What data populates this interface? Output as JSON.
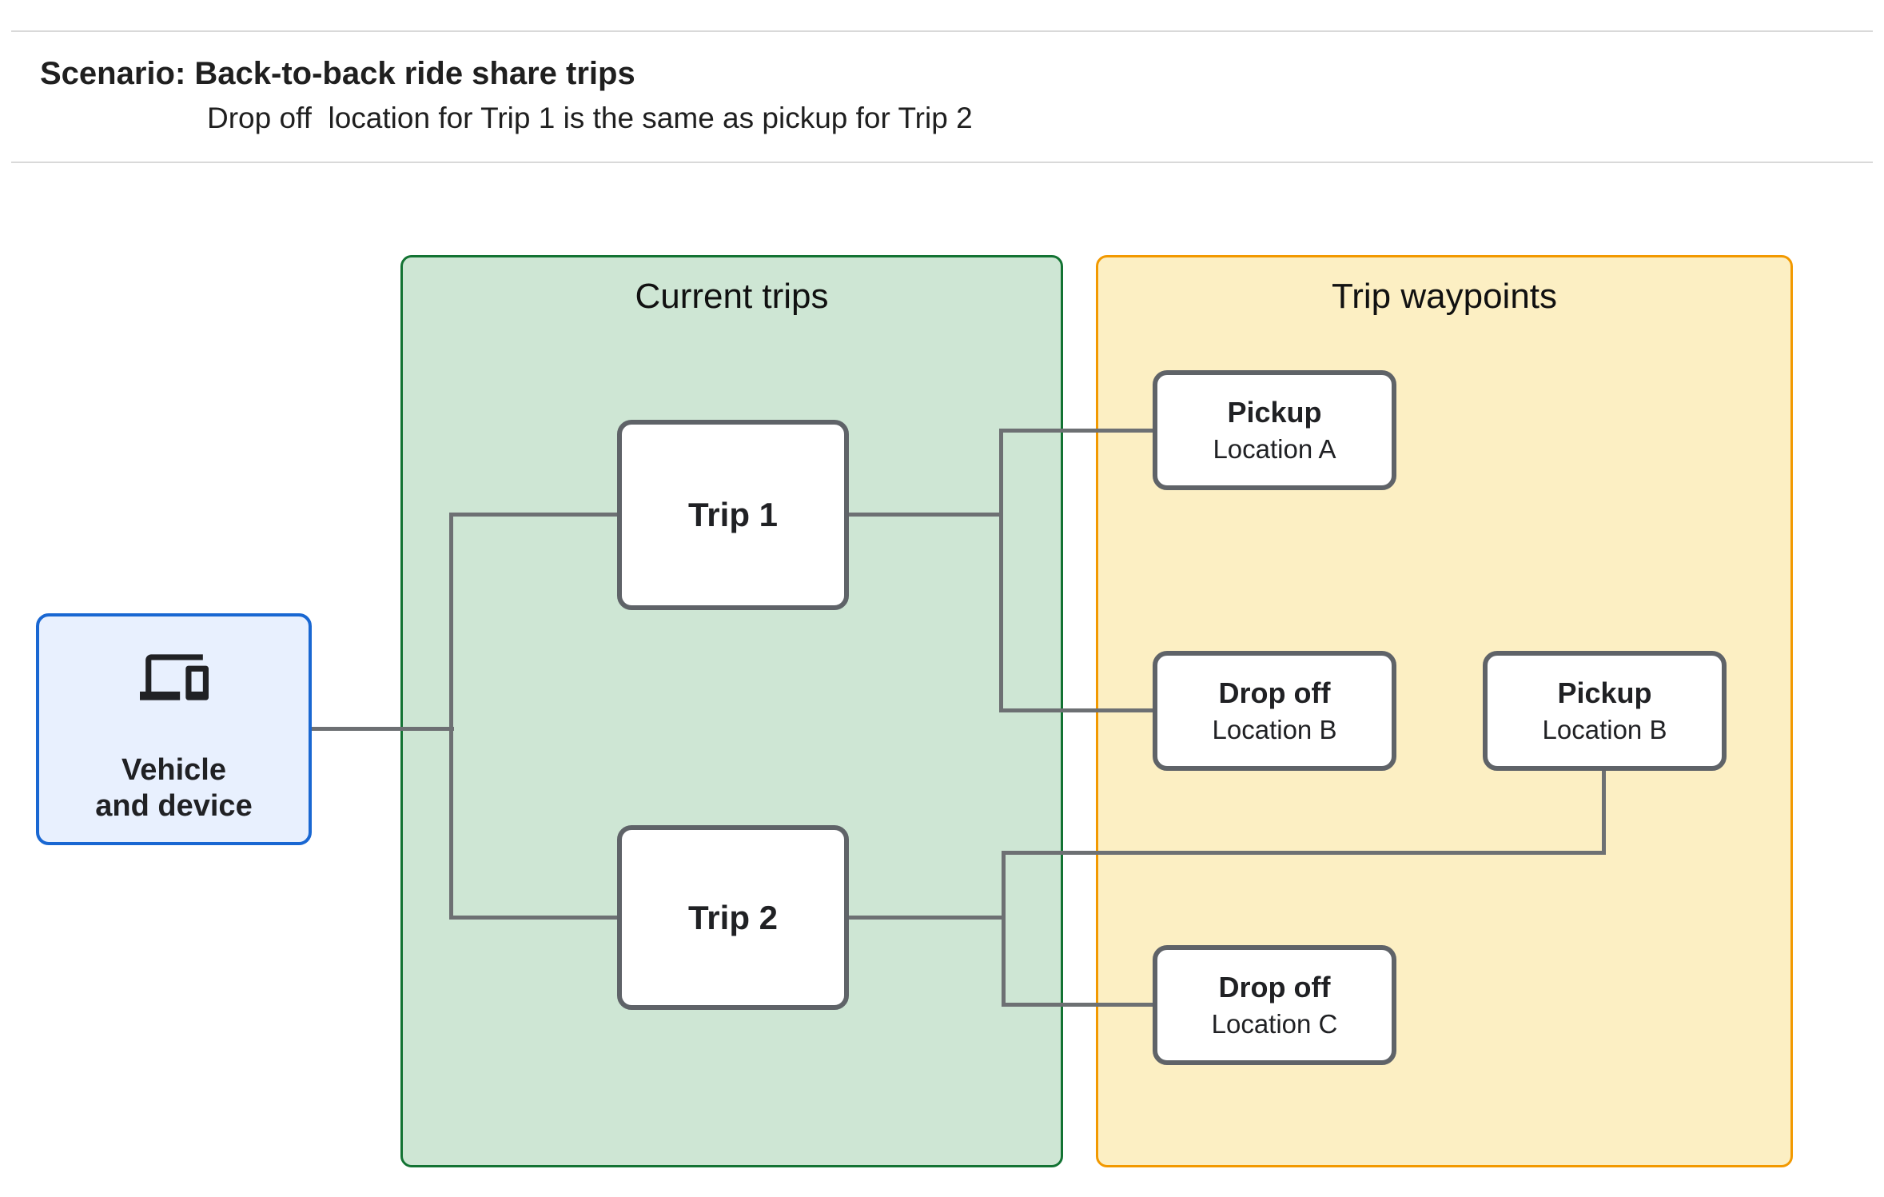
{
  "header": {
    "title": "Scenario: Back-to-back ride share trips",
    "subtitle": "Drop off  location for Trip 1 is the same as pickup for Trip 2"
  },
  "groups": {
    "current_trips": {
      "title": "Current trips"
    },
    "trip_waypoints": {
      "title": "Trip waypoints"
    }
  },
  "vehicle": {
    "label_line1": "Vehicle",
    "label_line2": "and device",
    "icon": "devices-icon"
  },
  "trips": [
    {
      "label": "Trip 1"
    },
    {
      "label": "Trip 2"
    }
  ],
  "waypoints": [
    {
      "title": "Pickup",
      "subtitle": "Location A"
    },
    {
      "title": "Drop off",
      "subtitle": "Location B"
    },
    {
      "title": "Pickup",
      "subtitle": "Location B"
    },
    {
      "title": "Drop off",
      "subtitle": "Location C"
    }
  ],
  "colors": {
    "vehicle_border": "#1967d2",
    "vehicle_fill": "#e8f0fe",
    "current_trips_border": "#137333",
    "current_trips_fill": "#cee6d4",
    "trip_waypoints_border": "#f29900",
    "trip_waypoints_fill": "#fcefc3",
    "node_border": "#5f6368",
    "connector": "#6d7073",
    "divider": "#d9d9d9"
  }
}
